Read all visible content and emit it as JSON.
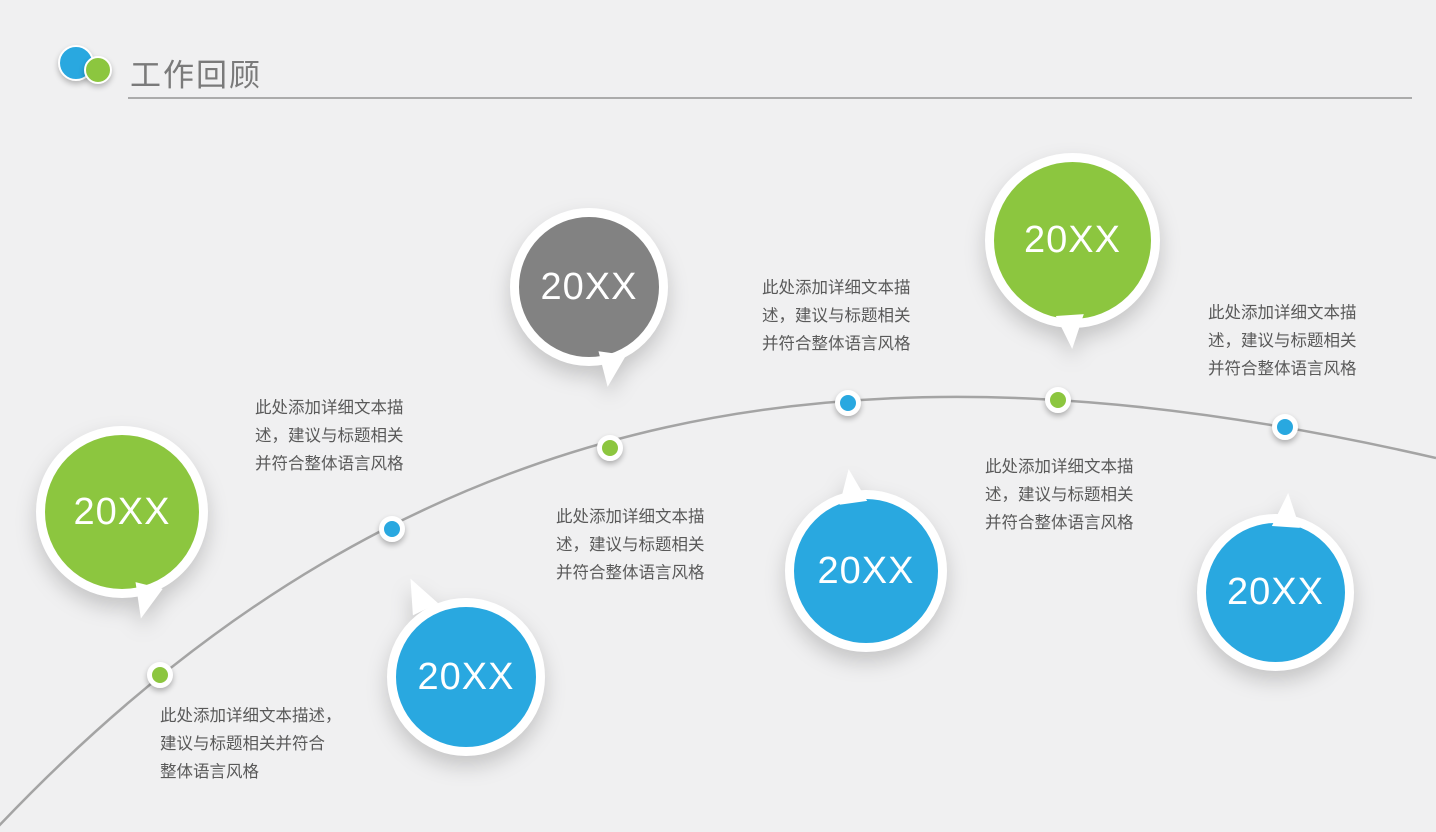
{
  "header": {
    "title": "工作回顾"
  },
  "colors": {
    "bg": "#f0f0f1",
    "green": "#8CC63F",
    "blue": "#29A8E0",
    "gray": "#828282",
    "line": "#9b9b9b",
    "text": "#595959"
  },
  "milestones": [
    {
      "year": "20XX",
      "color": "green",
      "desc_lines": [
        "此处添加详细文本描述，",
        "建议与标题相关并符合",
        "整体语言风格"
      ]
    },
    {
      "year": "20XX",
      "color": "blue",
      "desc_lines": [
        "此处添加详细文本描",
        "述，建议与标题相关",
        "并符合整体语言风格"
      ]
    },
    {
      "year": "20XX",
      "color": "gray",
      "desc_lines": [
        "此处添加详细文本描",
        "述，建议与标题相关",
        "并符合整体语言风格"
      ]
    },
    {
      "year": "20XX",
      "color": "blue",
      "desc_lines": [
        "此处添加详细文本描",
        "述，建议与标题相关",
        "并符合整体语言风格"
      ]
    },
    {
      "year": "20XX",
      "color": "green",
      "desc_lines": [
        "此处添加详细文本描",
        "述，建议与标题相关",
        "并符合整体语言风格"
      ]
    },
    {
      "year": "20XX",
      "color": "blue",
      "desc_lines": [
        "此处添加详细文本描",
        "述，建议与标题相关",
        "并符合整体语言风格"
      ]
    }
  ]
}
